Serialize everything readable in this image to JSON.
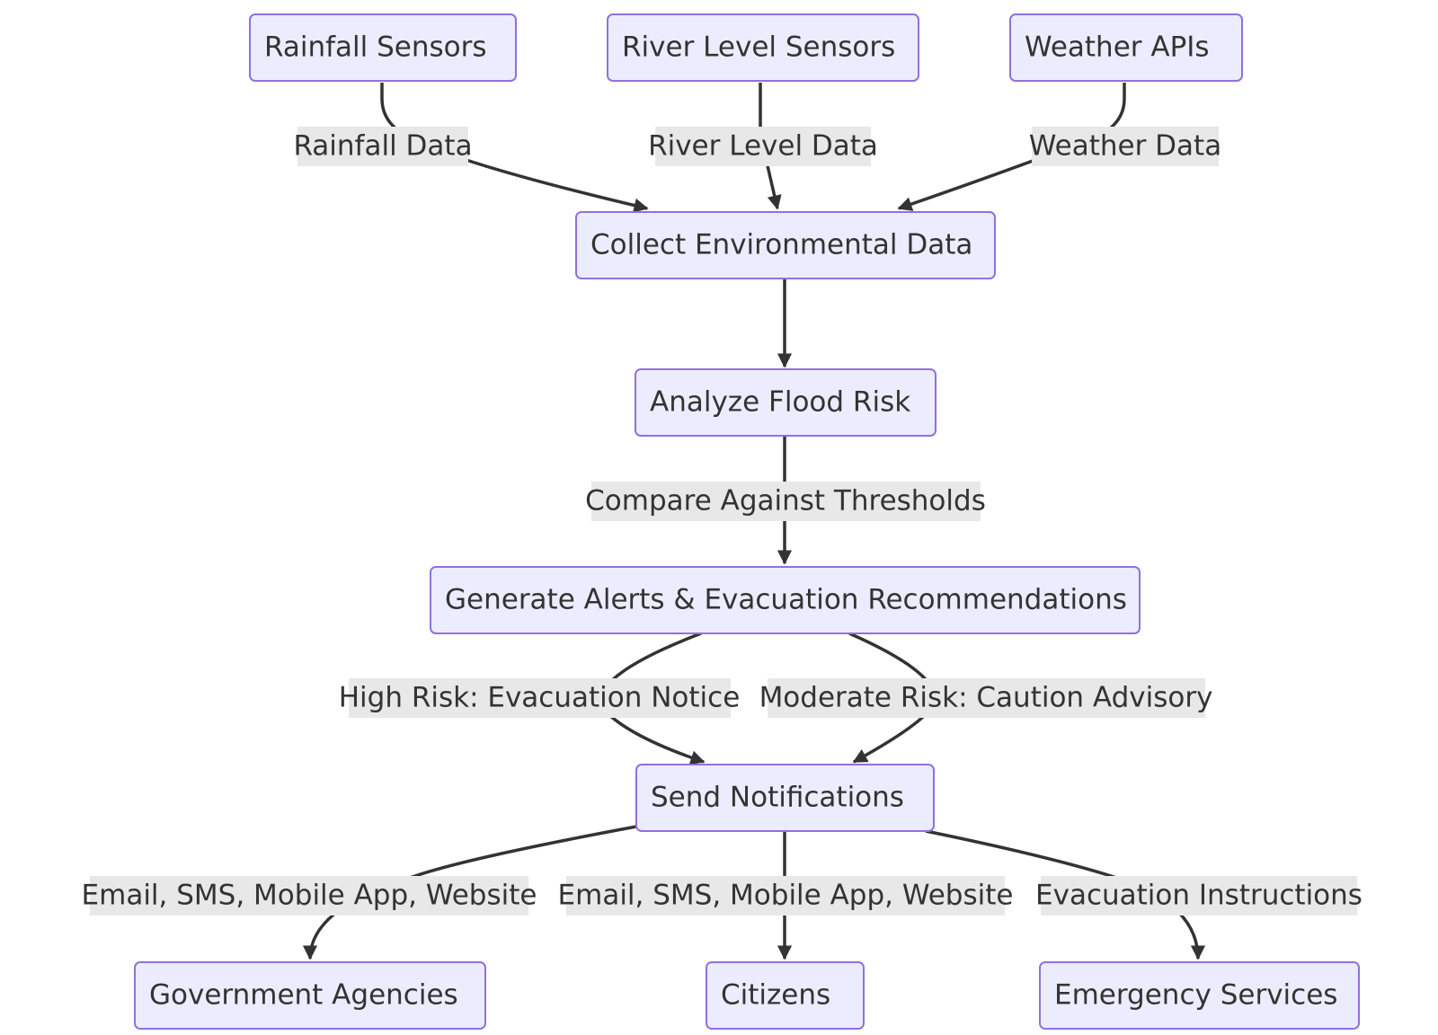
{
  "nodes": {
    "rainfall_sensors": "Rainfall Sensors",
    "river_level_sensors": "River Level Sensors",
    "weather_apis": "Weather APIs",
    "collect": "Collect Environmental Data",
    "analyze": "Analyze Flood Risk",
    "generate": "Generate Alerts & Evacuation Recommendations",
    "send": "Send Notifications",
    "government": "Government Agencies",
    "citizens": "Citizens",
    "emergency": "Emergency Services"
  },
  "edge_labels": {
    "rainfall_data": "Rainfall Data",
    "river_level_data": "River Level Data",
    "weather_data": "Weather Data",
    "compare": "Compare Against Thresholds",
    "high_risk": "High Risk: Evacuation Notice",
    "moderate_risk": "Moderate Risk: Caution Advisory",
    "gov_channels": "Email, SMS, Mobile App, Website",
    "citizen_channels": "Email, SMS, Mobile App, Website",
    "evacuation_instructions": "Evacuation Instructions"
  },
  "colors": {
    "node_fill": "#ececff",
    "node_border": "#9370db",
    "edge": "#333333",
    "label_bg": "#e8e8e8",
    "text": "#333333"
  }
}
